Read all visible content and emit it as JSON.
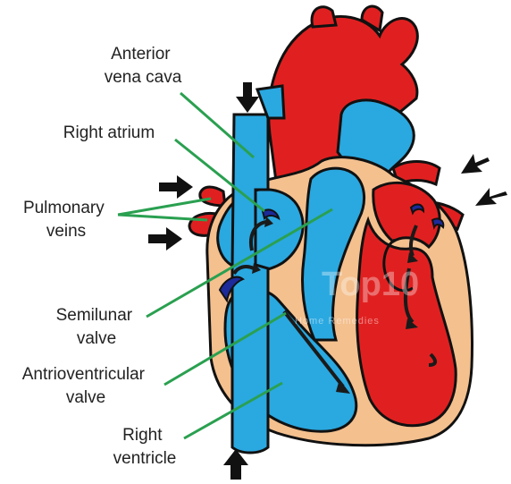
{
  "colors": {
    "oxygenated": "#e02020",
    "deoxygenated": "#2aa8e0",
    "tissue": "#f4c08e",
    "outline": "#111111",
    "leader": "#2aa050",
    "flow_arrow": "#1a1a1a",
    "valve_blue": "#1c2a9a"
  },
  "labels": [
    {
      "key": "anterior",
      "lines": [
        "Anterior",
        "vena cava"
      ]
    },
    {
      "key": "atrium",
      "lines": [
        "Right atrium"
      ]
    },
    {
      "key": "pulmonary",
      "lines": [
        "Pulmonary",
        "veins"
      ]
    },
    {
      "key": "semilunar",
      "lines": [
        "Semilunar",
        "valve"
      ]
    },
    {
      "key": "av",
      "lines": [
        "Antrioventricular",
        "valve"
      ]
    },
    {
      "key": "ventricle",
      "lines": [
        "Right",
        "ventricle"
      ]
    }
  ],
  "watermark": {
    "main": "Top10",
    "sub": "Home Remedies"
  }
}
